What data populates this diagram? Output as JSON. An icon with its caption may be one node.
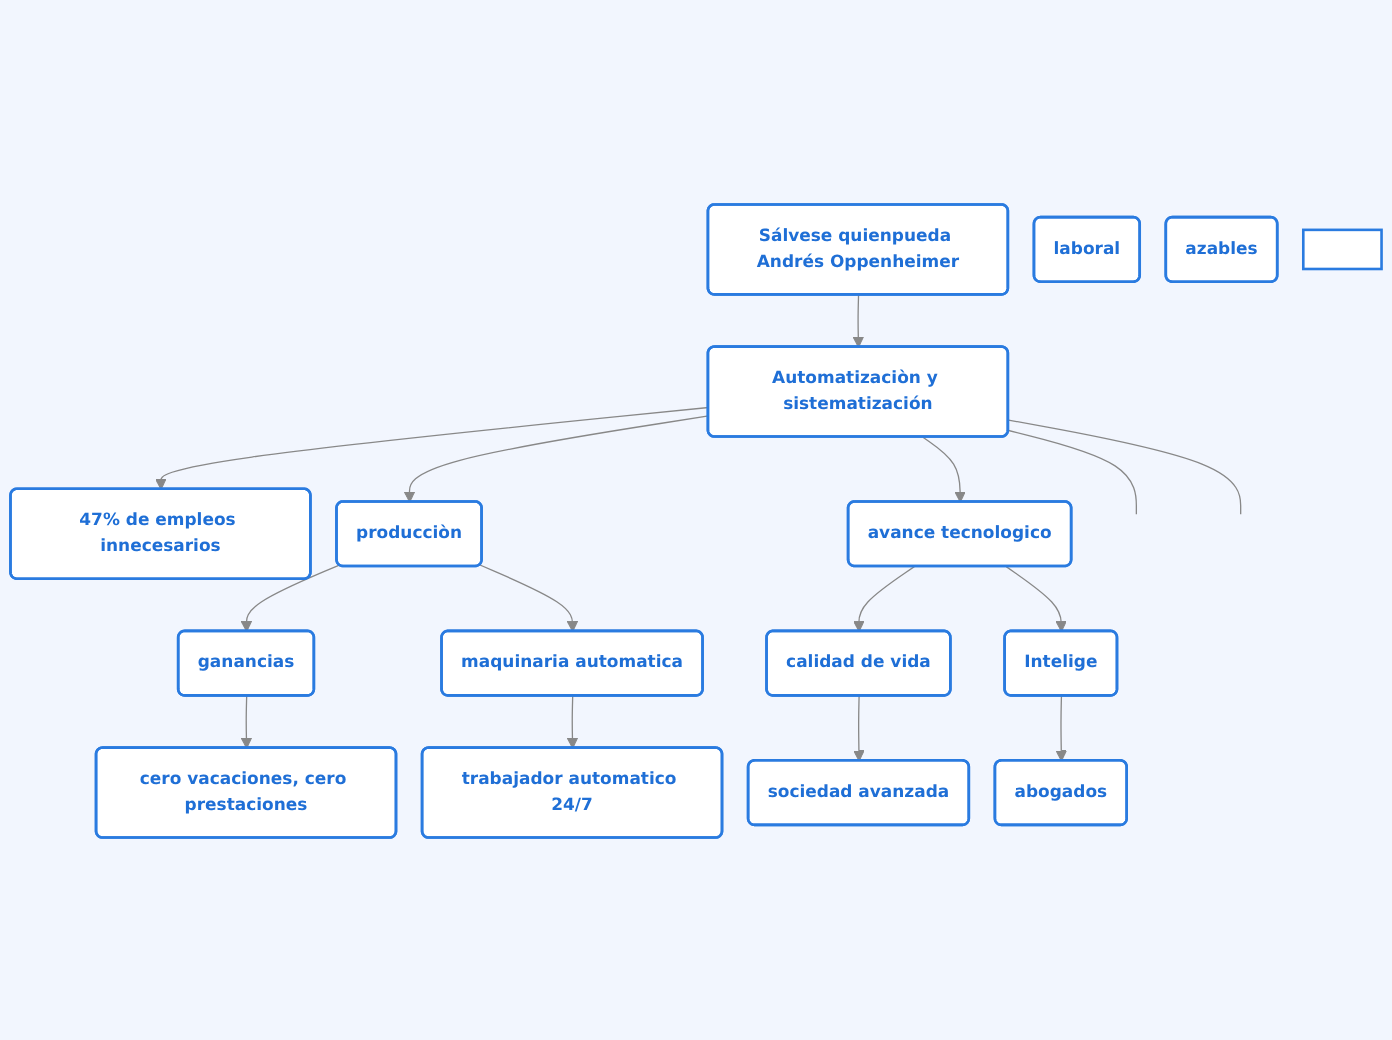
{
  "diagram": {
    "nodes": [
      {
        "text": [
          "Sálvese quienpueda Andrés Oppenheimer"
        ]
      },
      {
        "text": [
          "Automatizaciòn y sistematización"
        ]
      },
      {
        "text": [
          "47% de empleos innecesarios"
        ]
      },
      {
        "text": [
          "laboral"
        ]
      },
      {
        "text": [
          "producciòn"
        ]
      },
      {
        "text": [
          "avance tecnologico"
        ]
      },
      {
        "text": [
          "ganancias"
        ]
      },
      {
        "text": [
          "maquinaria automatica"
        ]
      },
      {
        "text": [
          "calidad de vida"
        ]
      },
      {
        "text": [
          "Intelige"
        ]
      },
      {
        "text": [
          "trabajador automatico 24/7"
        ]
      },
      {
        "text": [
          "azables"
        ]
      },
      {
        "text": [
          "cero vacaciones, cero prestaciones"
        ]
      },
      {
        "text": [
          "sociedad avanzada"
        ]
      },
      {
        "text": [
          "abogados"
        ]
      },
      {
        "text": [],
        "shape": "box"
      }
    ],
    "edges": [
      {
        "from": 0,
        "to": 1,
        "arrow": "to"
      },
      {
        "from": 1,
        "to": 2,
        "arrow": "to"
      },
      {
        "from": 1,
        "to": null,
        "arrow": "none"
      },
      {
        "from": 1,
        "to": 4,
        "arrow": "to"
      },
      {
        "from": 1,
        "to": 5,
        "arrow": "to"
      },
      {
        "from": 1,
        "to": null,
        "arrow": "none"
      },
      {
        "from": 4,
        "to": 6,
        "arrow": "to"
      },
      {
        "from": 4,
        "to": 7,
        "arrow": "to"
      },
      {
        "from": 7,
        "to": 10,
        "arrow": "to"
      },
      {
        "from": 6,
        "to": 12,
        "arrow": "to"
      },
      {
        "from": 5,
        "to": 8,
        "arrow": "to"
      },
      {
        "from": 5,
        "to": 9,
        "arrow": "to"
      },
      {
        "from": 8,
        "to": 13,
        "arrow": "to"
      },
      {
        "from": 9,
        "to": 14,
        "arrow": "to"
      }
    ]
  }
}
